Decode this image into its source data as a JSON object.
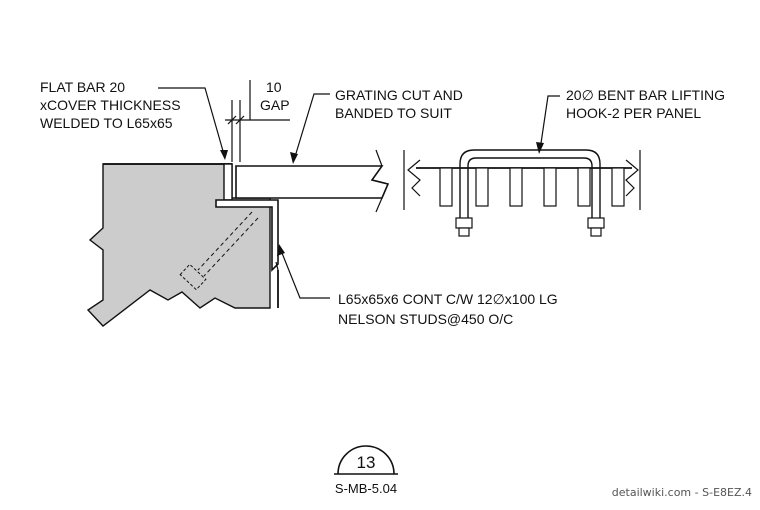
{
  "notes": {
    "flat_bar": [
      "FLAT BAR 20",
      "xCOVER THICKNESS",
      "WELDED TO L65x65"
    ],
    "gap": [
      "10",
      "GAP"
    ],
    "grating": [
      "GRATING CUT AND",
      "BANDED TO SUIT"
    ],
    "hook": [
      "20∅ BENT BAR LIFTING",
      "HOOK-2 PER PANEL"
    ],
    "angle": [
      "L65x65x6 CONT C/W 12∅x100 LG",
      "NELSON STUDS@450 O/C"
    ]
  },
  "detail_tag": {
    "number": "13",
    "sheet": "S-MB-5.04"
  },
  "watermark": "detailwiki.com - S-E8EZ.4",
  "colors": {
    "concrete": "#cccccc",
    "line": "#111111"
  }
}
